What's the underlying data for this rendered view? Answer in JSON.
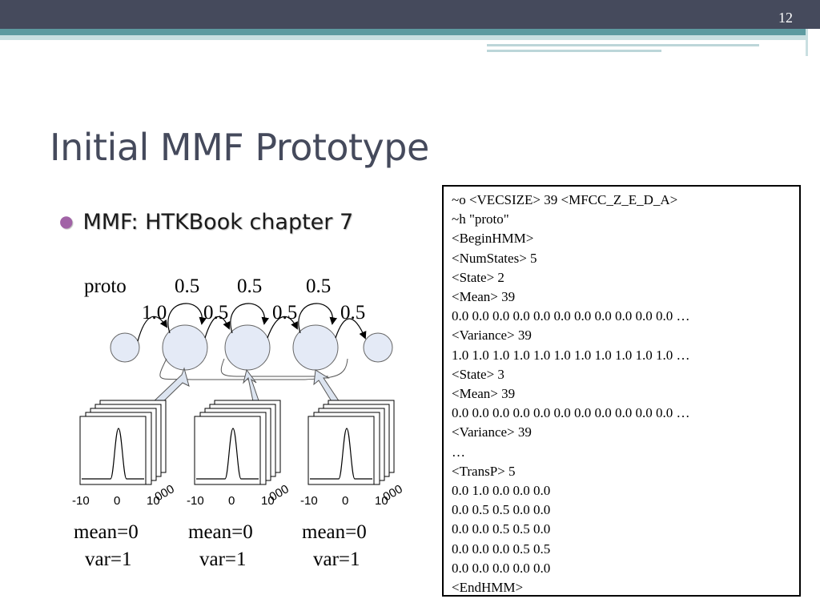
{
  "slide_number": "12",
  "title": "Initial MMF Prototype",
  "bullet": "MMF: HTKBook chapter 7",
  "diagram": {
    "proto_label": "proto",
    "self_loop_probs": [
      "0.5",
      "0.5",
      "0.5"
    ],
    "transition_probs": [
      "1.0",
      "0.5",
      "0.5",
      "0.5"
    ],
    "gaussians": [
      {
        "ticks": [
          "-10",
          "0",
          "10"
        ],
        "stack_digits": "000",
        "mean_label": "mean=0",
        "var_label": "var=1"
      },
      {
        "ticks": [
          "-10",
          "0",
          "10"
        ],
        "stack_digits": "000",
        "mean_label": "mean=0",
        "var_label": "var=1"
      },
      {
        "ticks": [
          "-10",
          "0",
          "10"
        ],
        "stack_digits": "000",
        "mean_label": "mean=0",
        "var_label": "var=1"
      }
    ]
  },
  "code_lines": [
    "~o <VECSIZE> 39 <MFCC_Z_E_D_A>",
    "~h \"proto\"",
    "<BeginHMM>",
    "<NumStates> 5",
    "<State> 2",
    "<Mean> 39",
    "0.0 0.0 0.0 0.0 0.0 0.0 0.0 0.0 0.0 0.0 0.0 …",
    "<Variance> 39",
    "1.0 1.0 1.0 1.0 1.0 1.0 1.0 1.0 1.0 1.0 1.0 …",
    "<State> 3",
    "<Mean> 39",
    "0.0 0.0 0.0 0.0 0.0 0.0 0.0 0.0 0.0 0.0 0.0 …",
    "<Variance> 39",
    "…",
    "<TransP> 5",
    "0.0 1.0 0.0 0.0 0.0",
    "0.0 0.5 0.5 0.0 0.0",
    "0.0 0.0 0.5 0.5 0.0",
    "0.0 0.0 0.0 0.5 0.5",
    "0.0 0.0 0.0 0.0 0.0",
    "<EndHMM>"
  ]
}
